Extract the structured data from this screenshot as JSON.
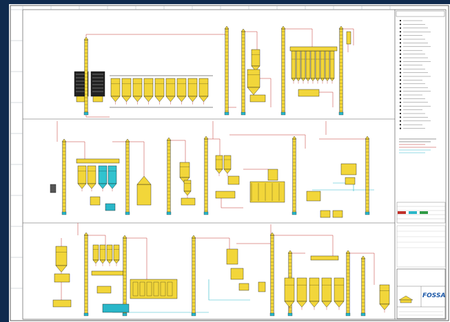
{
  "drawing": {
    "colors": {
      "equipment": "#f2d63a",
      "outline": "#111111",
      "pipe_red": "#c0302a",
      "pipe_cyan": "#2ab7c9",
      "cyan_bin": "#31c3cf",
      "frame": "#0f2a4e",
      "grid": "#9aa3ad"
    },
    "sections": [
      {
        "id": "top",
        "headings": [
          "",
          "",
          ""
        ]
      },
      {
        "id": "middle",
        "headings": [
          "",
          "",
          "",
          "",
          ""
        ]
      },
      {
        "id": "bottom",
        "headings": [
          "",
          "",
          "",
          "",
          ""
        ]
      }
    ],
    "legend": {
      "header": "",
      "items": 30
    },
    "title_block": {
      "logo": "FOSSA",
      "project": "",
      "subtitle": ""
    }
  }
}
